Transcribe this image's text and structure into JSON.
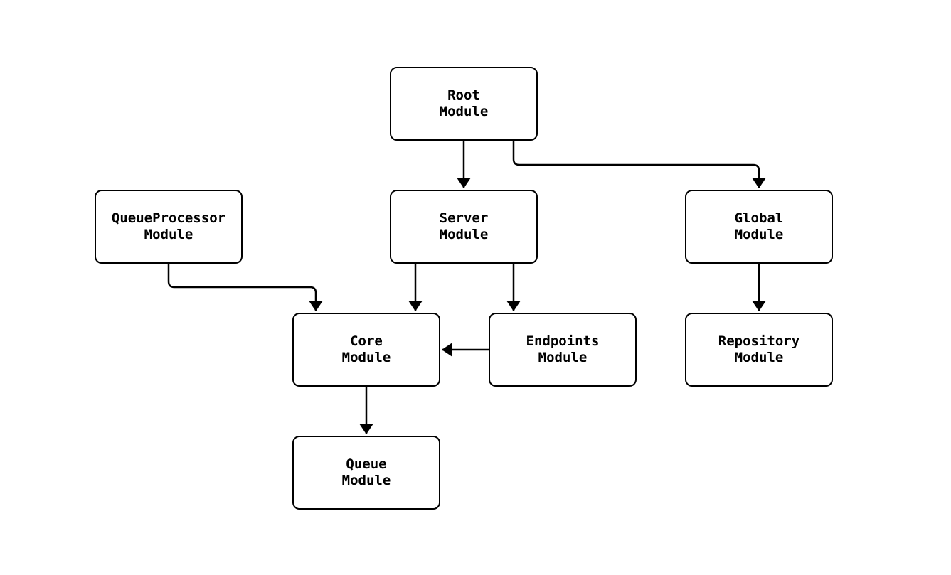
{
  "diagram": {
    "type": "flowchart",
    "colors": {
      "background": "#ffffff",
      "node_fill": "#ffffff",
      "stroke": "#000000",
      "text": "#000000"
    },
    "nodes": [
      {
        "id": "root",
        "line1": "Root",
        "line2": "Module"
      },
      {
        "id": "queueprocessor",
        "line1": "QueueProcessor",
        "line2": "Module"
      },
      {
        "id": "server",
        "line1": "Server",
        "line2": "Module"
      },
      {
        "id": "global",
        "line1": "Global",
        "line2": "Module"
      },
      {
        "id": "core",
        "line1": "Core",
        "line2": "Module"
      },
      {
        "id": "endpoints",
        "line1": "Endpoints",
        "line2": "Module"
      },
      {
        "id": "repository",
        "line1": "Repository",
        "line2": "Module"
      },
      {
        "id": "queue",
        "line1": "Queue",
        "line2": "Module"
      }
    ],
    "edges": [
      {
        "from": "Root Module",
        "to": "Server Module"
      },
      {
        "from": "Root Module",
        "to": "Global Module"
      },
      {
        "from": "QueueProcessor Module",
        "to": "Core Module"
      },
      {
        "from": "Server Module",
        "to": "Core Module"
      },
      {
        "from": "Server Module",
        "to": "Endpoints Module"
      },
      {
        "from": "Endpoints Module",
        "to": "Core Module"
      },
      {
        "from": "Core Module",
        "to": "Queue Module"
      },
      {
        "from": "Global Module",
        "to": "Repository Module"
      }
    ]
  }
}
